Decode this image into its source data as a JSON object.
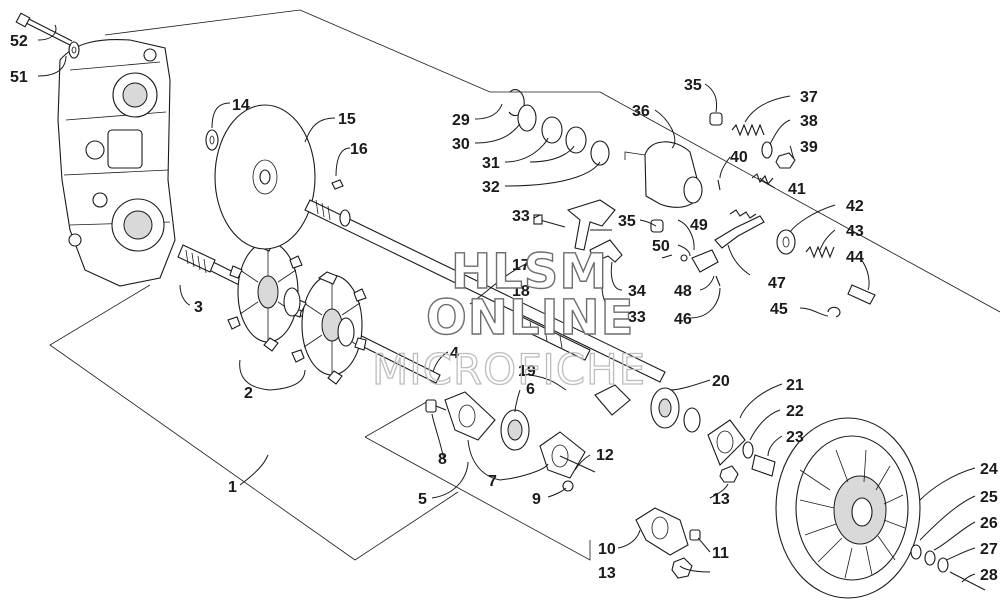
{
  "diagram": {
    "callouts": [
      {
        "id": "c52",
        "text": "52"
      },
      {
        "id": "c51",
        "text": "51"
      },
      {
        "id": "c14",
        "text": "14"
      },
      {
        "id": "c15",
        "text": "15"
      },
      {
        "id": "c16",
        "text": "16"
      },
      {
        "id": "c29",
        "text": "29"
      },
      {
        "id": "c30",
        "text": "30"
      },
      {
        "id": "c31",
        "text": "31"
      },
      {
        "id": "c32",
        "text": "32"
      },
      {
        "id": "c36",
        "text": "36"
      },
      {
        "id": "c35a",
        "text": "35"
      },
      {
        "id": "c35b",
        "text": "35"
      },
      {
        "id": "c37",
        "text": "37"
      },
      {
        "id": "c38",
        "text": "38"
      },
      {
        "id": "c39",
        "text": "39"
      },
      {
        "id": "c40",
        "text": "40"
      },
      {
        "id": "c41",
        "text": "41"
      },
      {
        "id": "c42",
        "text": "42"
      },
      {
        "id": "c43",
        "text": "43"
      },
      {
        "id": "c44",
        "text": "44"
      },
      {
        "id": "c45",
        "text": "45"
      },
      {
        "id": "c33a",
        "text": "33"
      },
      {
        "id": "c33b",
        "text": "33"
      },
      {
        "id": "c49",
        "text": "49"
      },
      {
        "id": "c50",
        "text": "50"
      },
      {
        "id": "c47",
        "text": "47"
      },
      {
        "id": "c48",
        "text": "48"
      },
      {
        "id": "c46",
        "text": "46"
      },
      {
        "id": "c34",
        "text": "34"
      },
      {
        "id": "c17",
        "text": "17"
      },
      {
        "id": "c18",
        "text": "18"
      },
      {
        "id": "c3",
        "text": "3"
      },
      {
        "id": "c4",
        "text": "4"
      },
      {
        "id": "c2",
        "text": "2"
      },
      {
        "id": "c19",
        "text": "19"
      },
      {
        "id": "c6",
        "text": "6"
      },
      {
        "id": "c20",
        "text": "20"
      },
      {
        "id": "c21",
        "text": "21"
      },
      {
        "id": "c22",
        "text": "22"
      },
      {
        "id": "c23",
        "text": "23"
      },
      {
        "id": "c24",
        "text": "24"
      },
      {
        "id": "c25",
        "text": "25"
      },
      {
        "id": "c26",
        "text": "26"
      },
      {
        "id": "c27",
        "text": "27"
      },
      {
        "id": "c28",
        "text": "28"
      },
      {
        "id": "c1",
        "text": "1"
      },
      {
        "id": "c8",
        "text": "8"
      },
      {
        "id": "c7",
        "text": "7"
      },
      {
        "id": "c12",
        "text": "12"
      },
      {
        "id": "c9",
        "text": "9"
      },
      {
        "id": "c5",
        "text": "5"
      },
      {
        "id": "c13a",
        "text": "13"
      },
      {
        "id": "c13b",
        "text": "13"
      },
      {
        "id": "c11",
        "text": "11"
      },
      {
        "id": "c10",
        "text": "10"
      }
    ]
  },
  "watermark": {
    "line1": "HLSM",
    "line2": "ONLINE",
    "line3": "MICROFICHE"
  }
}
